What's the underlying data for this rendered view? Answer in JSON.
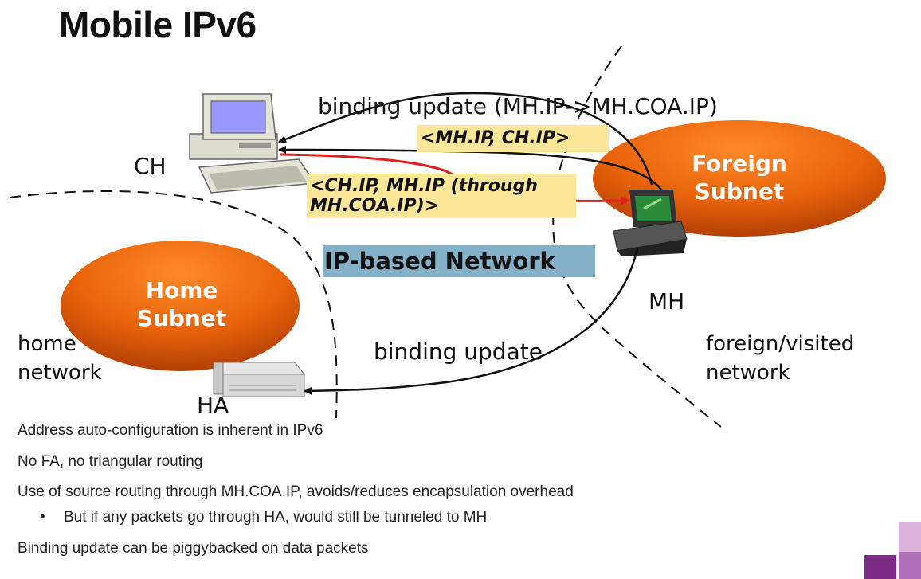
{
  "slide": {
    "title": "Mobile IPv6"
  },
  "diagram": {
    "ch_label": "CH",
    "ha_label": "HA",
    "mh_label": "MH",
    "home_subnet": "Home Subnet",
    "foreign_subnet": "Foreign Subnet",
    "home_network": "home network",
    "foreign_network": "foreign/visited network",
    "ip_network": "IP-based Network",
    "binding_update_top": "binding update (MH.IP->MH.COA.IP)",
    "binding_update_bottom": "binding update",
    "packet_mh_ch": "<MH.IP, CH.IP>",
    "packet_ch_mh_line1": "<CH.IP, MH.IP (through",
    "packet_ch_mh_line2": "MH.COA.IP)>"
  },
  "bullets": [
    "Address auto-configuration is inherent in IPv6",
    "No FA, no triangular routing",
    "Use of source routing through MH.COA.IP, avoids/reduces encapsulation overhead",
    "But if any packets go through HA, would still be tunneled to MH",
    "Binding update can be piggybacked on data packets"
  ],
  "colors": {
    "subnet_fill": "#e8620a",
    "arrow_red": "#e02020",
    "highlight_yellow": "#ffe79a",
    "ip_network_bg": "#84b0c8",
    "decor_purple_dark": "#7b2a86",
    "decor_purple_mid": "#b070b8",
    "decor_purple_light": "#dcb4dc"
  }
}
